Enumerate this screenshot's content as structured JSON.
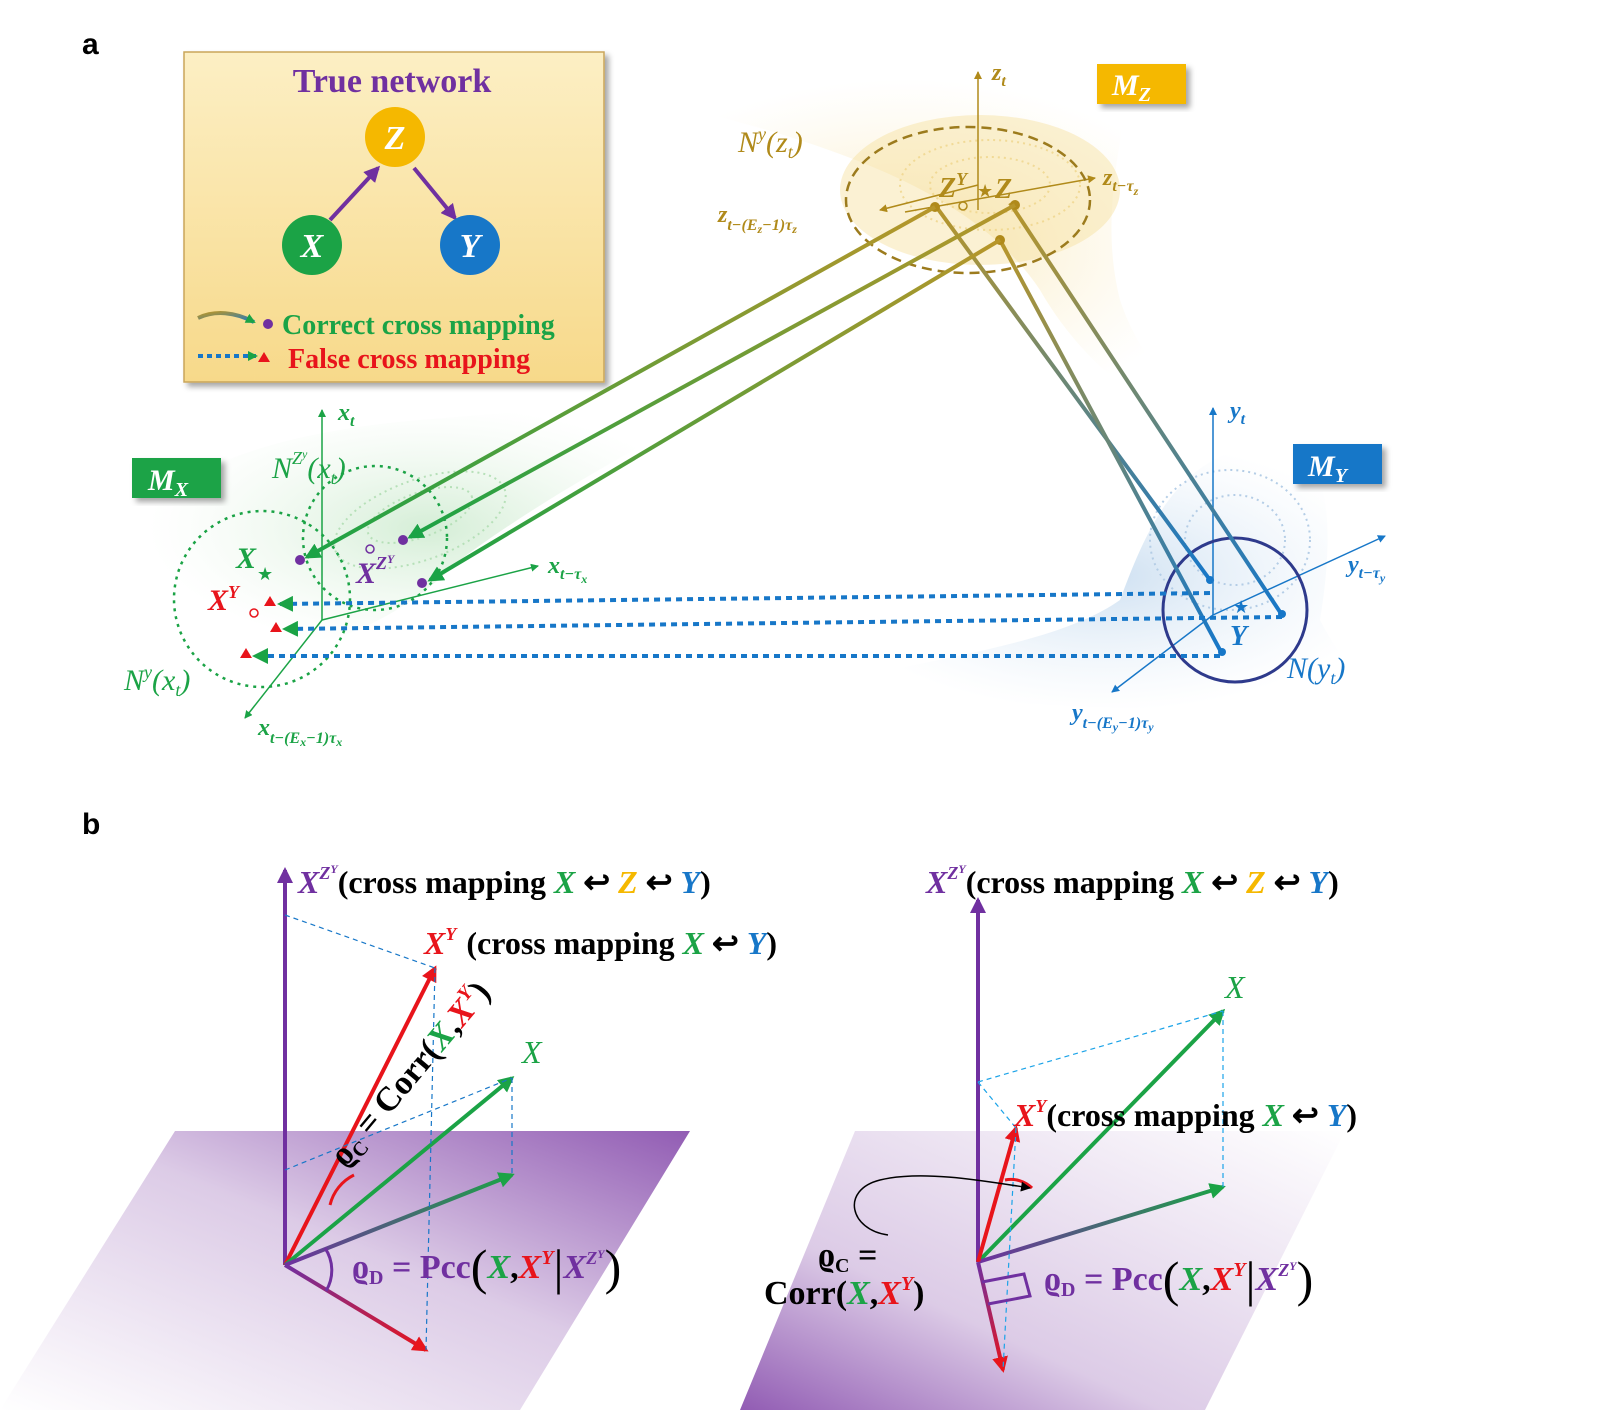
{
  "panels": {
    "a": "a",
    "b": "b"
  },
  "legend": {
    "title": "True network",
    "nodes": {
      "z": "Z",
      "x": "X",
      "y": "Y"
    },
    "correct": "Correct cross mapping",
    "false": "False cross mapping"
  },
  "manifolds": {
    "mz": {
      "M": "M",
      "sub": "Z"
    },
    "mx": {
      "M": "M",
      "sub": "X"
    },
    "my": {
      "M": "M",
      "sub": "Y"
    }
  },
  "colors": {
    "purple": "#7030A0",
    "gold": "#F5B800",
    "green": "#1BA346",
    "blue": "#1777C8",
    "red": "#E8141B",
    "olive": "#B08A1A",
    "navy": "#2E3A8C"
  },
  "axes": {
    "z_t": "z",
    "z_t_sub": "t",
    "z_lag": "z",
    "z_lag_sub": "t−τ",
    "z_lag_subsub": "z",
    "z_emb": "z",
    "z_emb_sub": "t−(E",
    "x_t": "x",
    "x_t_sub": "t",
    "x_lag": "x",
    "x_lag_sub": "t−τ",
    "x_emb": "x",
    "x_emb_sub": "t−(E",
    "y_t": "y",
    "y_t_sub": "t",
    "y_lag": "y",
    "y_lag_sub": "t−τ",
    "y_emb": "y",
    "y_emb_sub": "t−(E"
  },
  "neighborhoods": {
    "ny_zt": "N",
    "ny_zt_sup": "y",
    "ny_zt_arg": "(z",
    "nzy_xt": "N",
    "nzy_xt_sup": "Z",
    "nzy_xt_arg": "(x",
    "ny_xt": "N",
    "ny_xt_sup": "y",
    "ny_xt_arg": "(x",
    "n_yt": "N",
    "n_yt_arg": "(y"
  },
  "points": {
    "z_hat": "Z",
    "z_hat_sup": "Y",
    "z": "Z",
    "x": "X",
    "x_hat_y": "X",
    "x_hat_y_sup": "Y",
    "x_hat_zy": "X",
    "x_hat_zy_sup": "Z",
    "y": "Y"
  },
  "panel_b": {
    "left": {
      "top_label_x": "X",
      "top_label_z": "Z",
      "top_text_1": "(cross mapping ",
      "top_x": "X",
      "arrow": " ↩ ",
      "top_z": "Z",
      "top_y": "Y",
      "close": ")",
      "xhat_label": "X",
      "xhat_sup": "Y",
      "xhat_text": "(cross mapping ",
      "xhat_x": "X",
      "xhat_y": "Y",
      "x_label": "X",
      "rho_c": "ϱ",
      "rho_c_sub": "C",
      "eq": " = Corr(",
      "rho_c_x": "X",
      "comma": ",",
      "rho_c_xhat": "X",
      "rho_c_sup": "Y",
      "paren": ")",
      "rho_d": "ϱ",
      "rho_d_sub": "D",
      "pcc": " = Pcc",
      "pcc_x": "X",
      "pcc_xhat": "X",
      "pcc_sup": "Y",
      "pcc_cond": "X",
      "pcc_cond_sup": "Z"
    },
    "right": {
      "top_label_x": "X",
      "top_label_z": "Z",
      "top_text_1": "(cross mapping ",
      "top_x": "X",
      "arrow": " ↩ ",
      "top_z": "Z",
      "top_y": "Y",
      "close": ")",
      "x_label": "X",
      "xhat_label": "X",
      "xhat_sup": "Y",
      "xhat_text": "(cross mapping ",
      "xhat_x": "X",
      "xhat_y": "Y",
      "rho_c": "ϱ",
      "rho_c_sub": "C",
      "rho_c_eq": " =",
      "corr": "Corr(",
      "corr_x": "X",
      "comma": ",",
      "corr_xhat": "X",
      "corr_sup": "Y",
      "paren": ")",
      "rho_d": "ϱ",
      "rho_d_sub": "D",
      "pcc": " = Pcc",
      "pcc_x": "X",
      "pcc_xhat": "X",
      "pcc_sup": "Y",
      "pcc_cond": "X",
      "pcc_cond_sup": "Z"
    }
  }
}
